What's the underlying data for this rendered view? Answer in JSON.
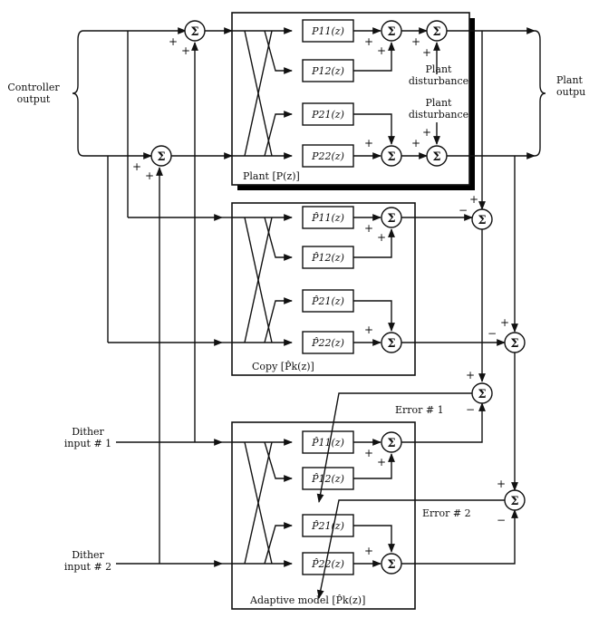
{
  "labels": {
    "controller_output": [
      "Controller",
      "output"
    ],
    "plant_output": [
      "Plant",
      "outpu"
    ],
    "plant_disturbance": [
      "Plant",
      "disturbance"
    ],
    "dither_1": [
      "Dither",
      "input # 1"
    ],
    "dither_2": [
      "Dither",
      "input # 2"
    ],
    "error_1": "Error # 1",
    "error_2": "Error # 2",
    "plant_caption": "Plant  [P(z)]",
    "copy_caption": "Copy  [P̂k(z)]",
    "adaptive_caption": "Adaptive model  [P̂k(z)]"
  },
  "blocks": {
    "plant": [
      "P11(z)",
      "P12(z)",
      "P21(z)",
      "P22(z)"
    ],
    "copy": [
      "P̂11(z)",
      "P̂12(z)",
      "P̂21(z)",
      "P̂22(z)"
    ],
    "adaptive": [
      "P̂11(z)",
      "P̂12(z)",
      "P̂21(z)",
      "P̂22(z)"
    ]
  },
  "symbols": {
    "sum": "Σ",
    "plus": "+",
    "minus": "−"
  }
}
